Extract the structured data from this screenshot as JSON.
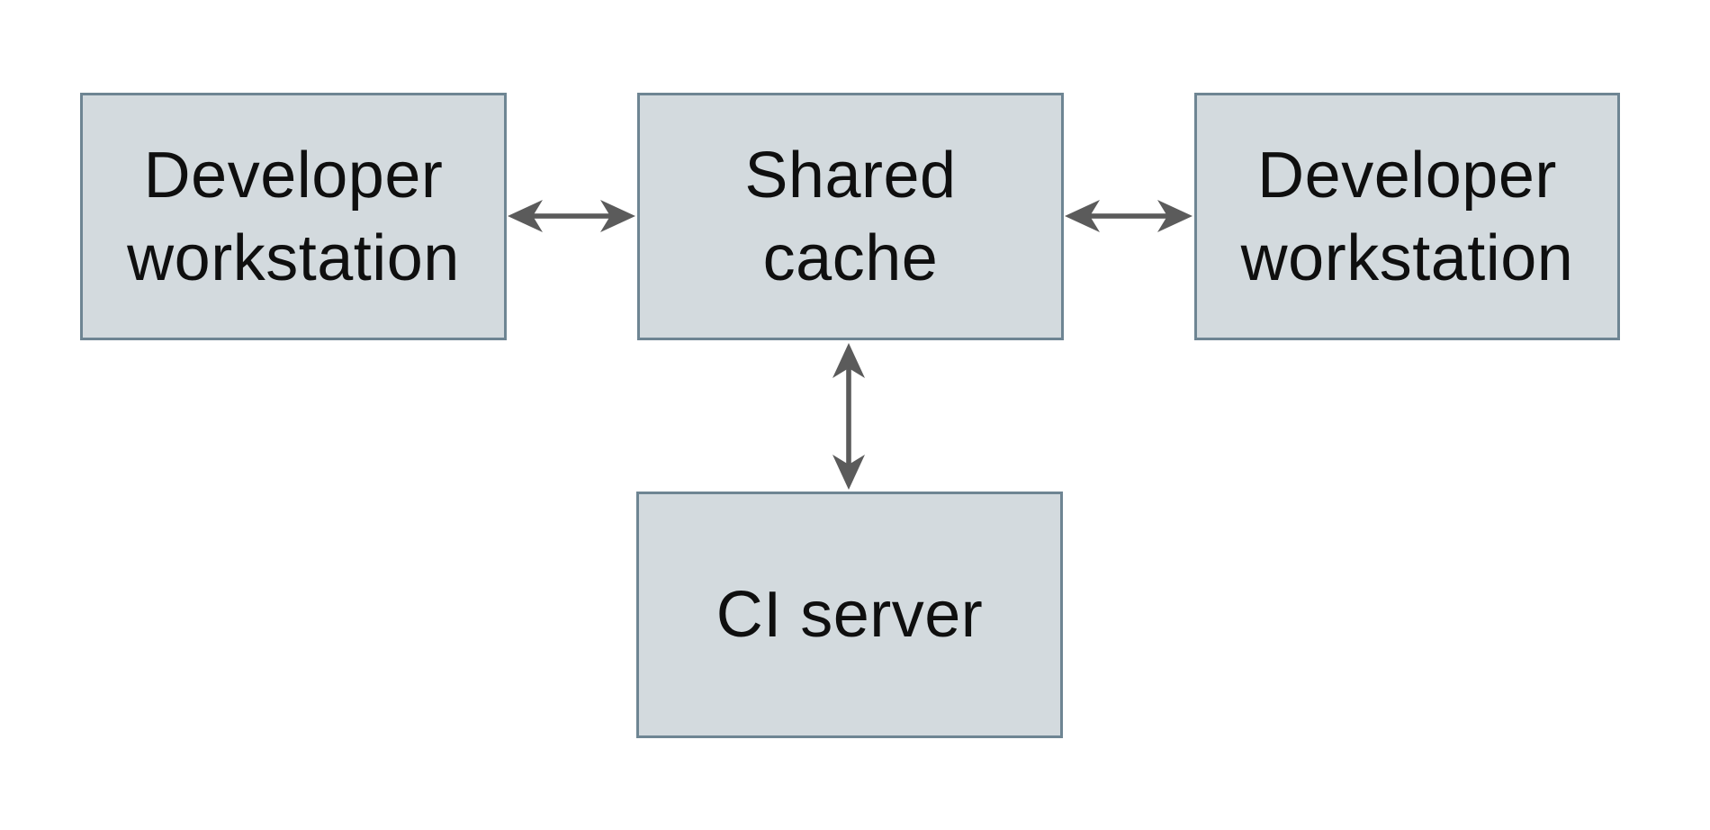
{
  "diagram": {
    "type": "architecture-diagram",
    "background_color": "#ffffff",
    "nodes": {
      "dev_left": {
        "id": "developer-workstation-left",
        "label": "Developer workstation",
        "line1": "Developer",
        "line2": "workstation"
      },
      "shared_cache": {
        "id": "shared-cache",
        "label": "Shared cache",
        "line1": "Shared",
        "line2": "cache"
      },
      "dev_right": {
        "id": "developer-workstation-right",
        "label": "Developer workstation",
        "line1": "Developer",
        "line2": "workstation"
      },
      "ci_server": {
        "id": "ci-server",
        "label": "CI server"
      }
    },
    "edges": [
      {
        "from": "developer-workstation-left",
        "to": "shared-cache",
        "direction": "bidirectional"
      },
      {
        "from": "shared-cache",
        "to": "developer-workstation-right",
        "direction": "bidirectional"
      },
      {
        "from": "shared-cache",
        "to": "ci-server",
        "direction": "bidirectional"
      }
    ],
    "colors": {
      "node_fill": "#d3dade",
      "node_border": "#6e8593",
      "arrow": "#5b5b5b",
      "text": "#0f0f0f"
    }
  }
}
